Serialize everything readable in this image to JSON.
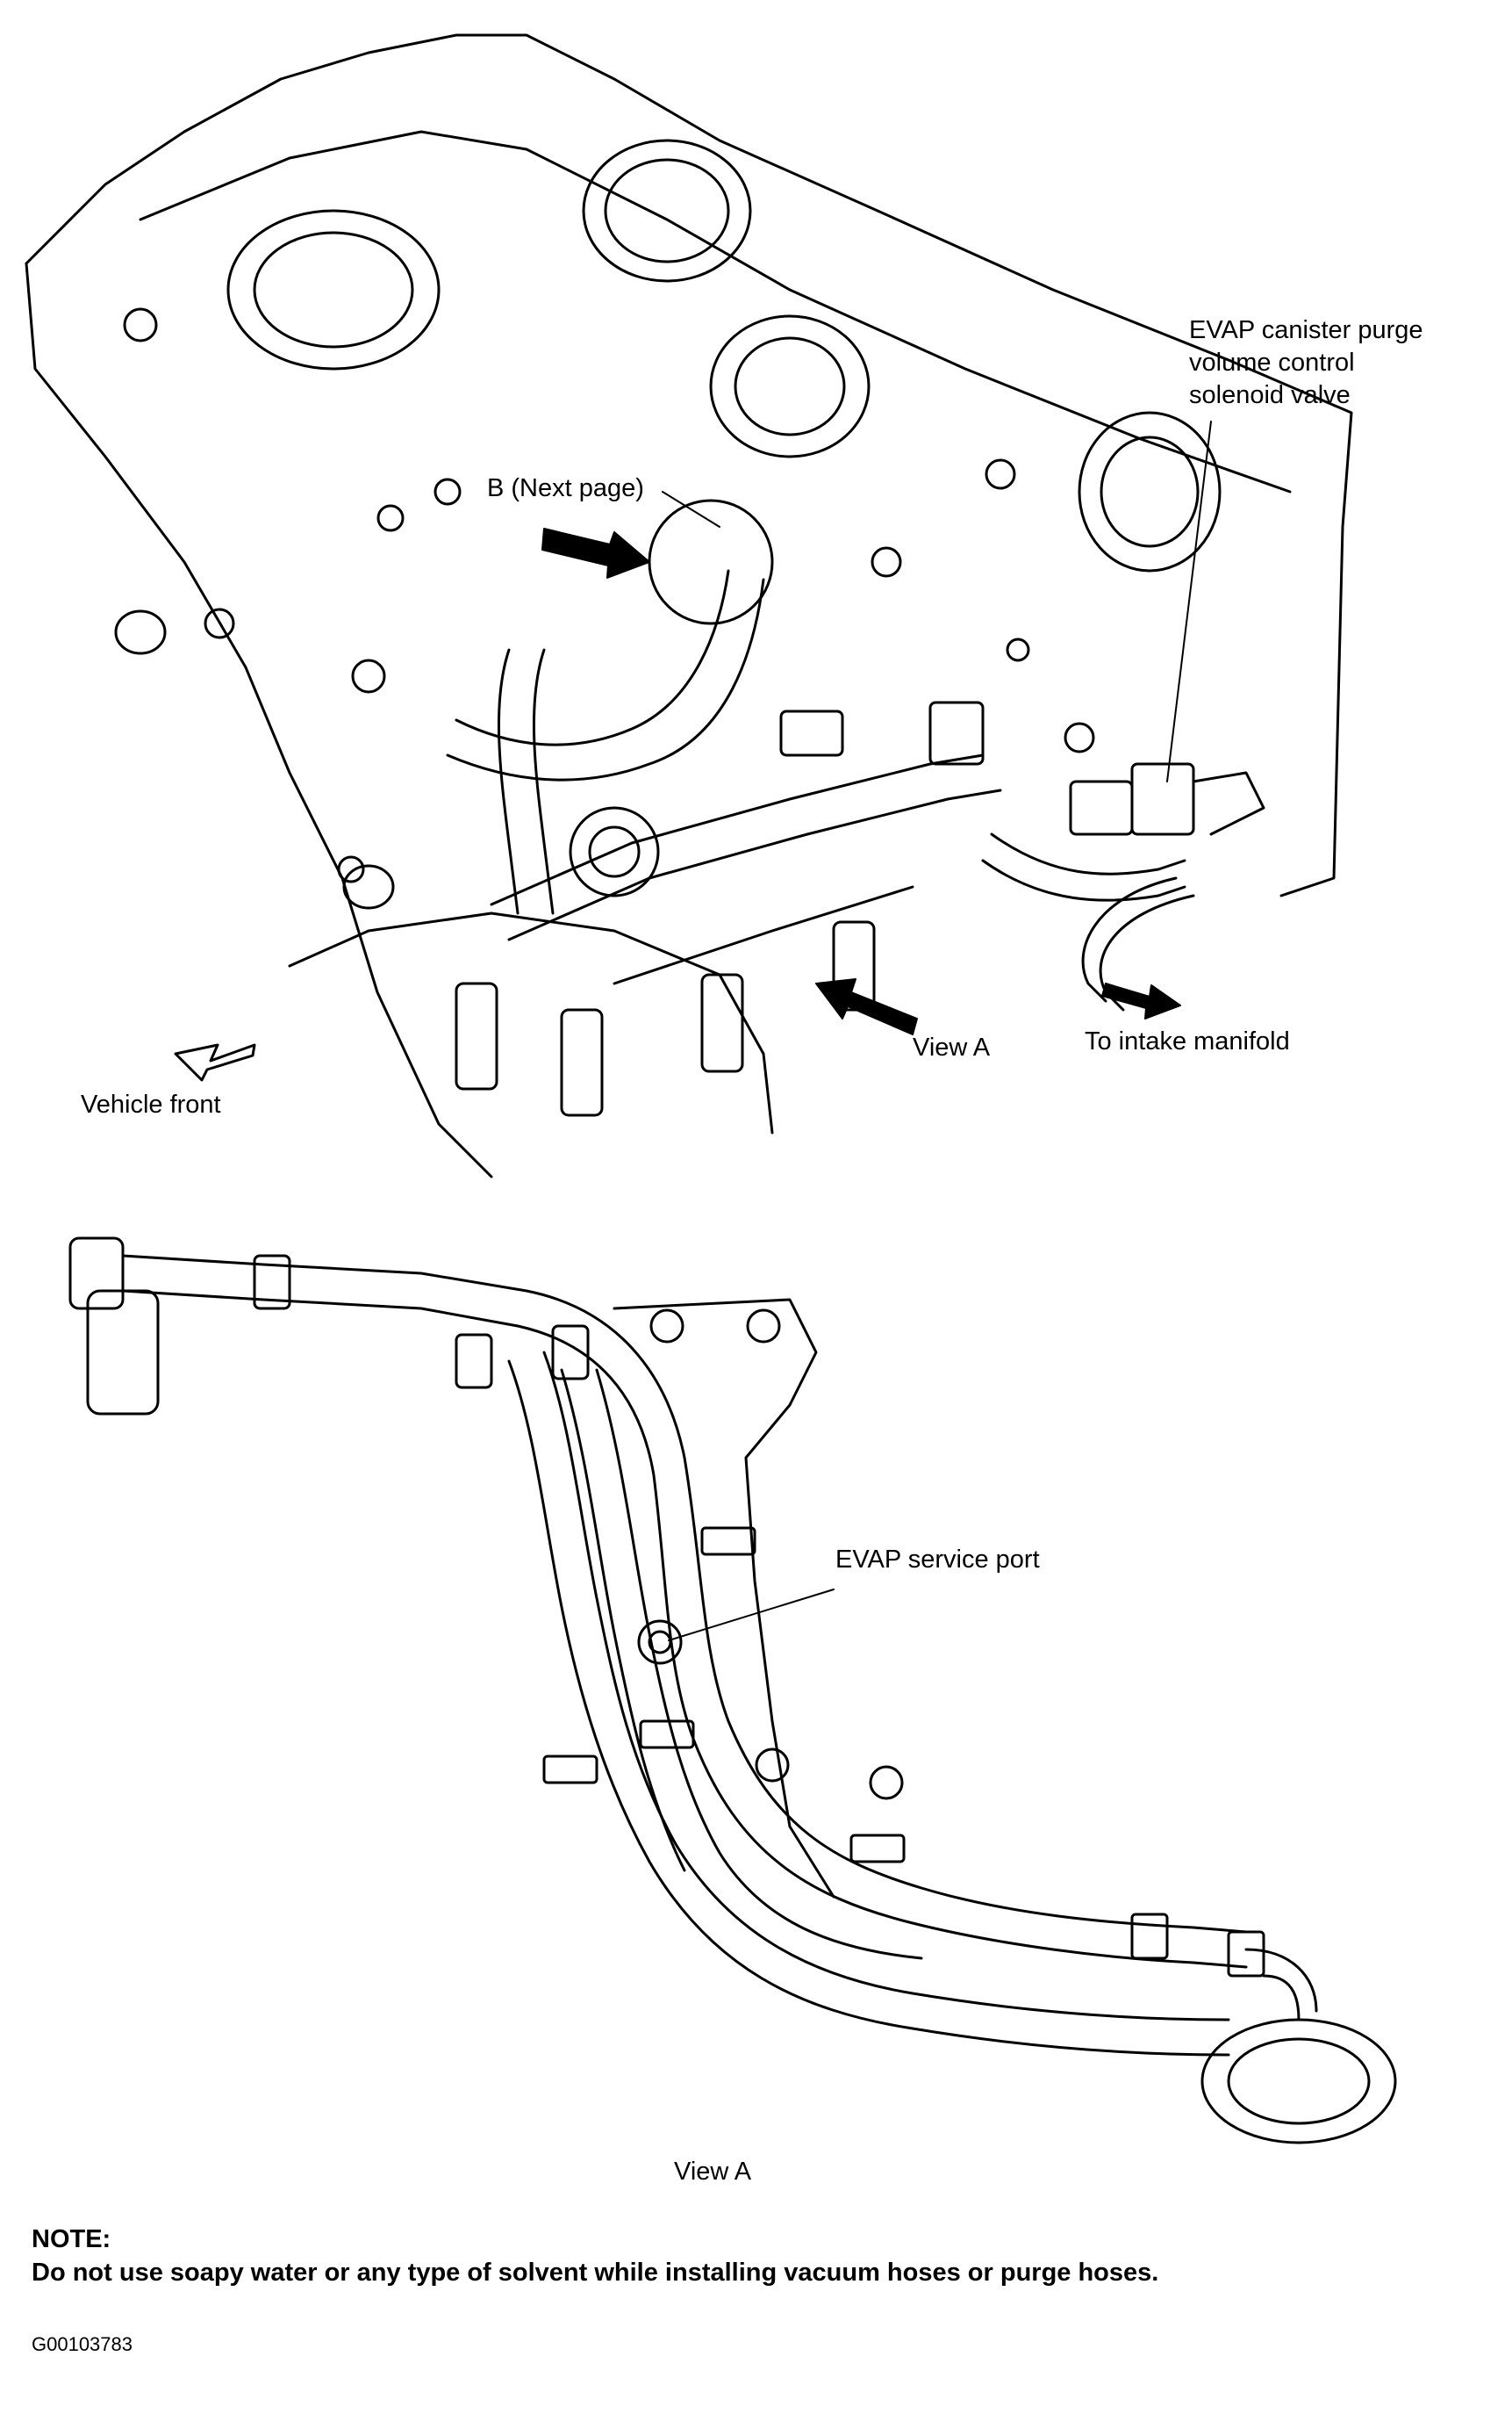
{
  "labels": {
    "evap_canister_valve": [
      "EVAP canister purge",
      "volume control",
      "solenoid valve"
    ],
    "b_next_page": "B (Next page)",
    "view_a_upper": "View A",
    "to_intake_manifold": "To intake manifold",
    "vehicle_front": "Vehicle front",
    "evap_service_port": "EVAP service port",
    "view_a_lower": "View A"
  },
  "note": {
    "title": "NOTE:",
    "text": "Do not use soapy water or any type of  solvent while installing vacuum hoses or purge hoses."
  },
  "figure_id": "G00103783",
  "colors": {
    "ink": "#000000",
    "paper": "#ffffff"
  }
}
